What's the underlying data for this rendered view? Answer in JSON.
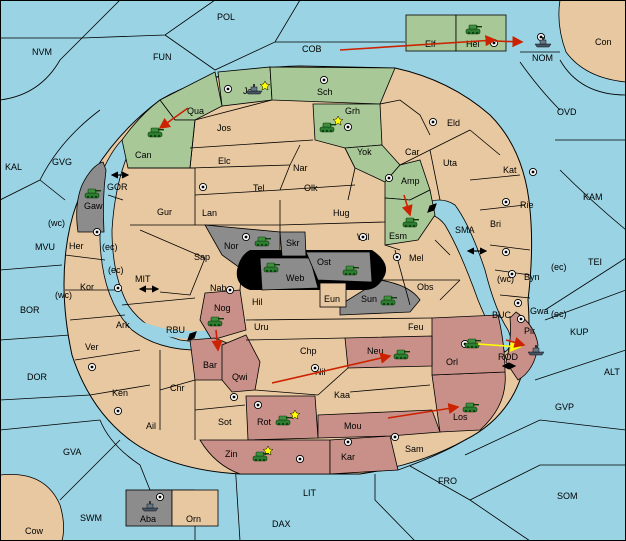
{
  "colors": {
    "sea": "#9ad3e3",
    "land": "#e8c8a0",
    "green": "#a8c898",
    "red": "#c89088",
    "gray": "#8c8c8c",
    "black": "#000000",
    "arrow_red": "#cc2200",
    "arrow_yellow": "#ffff00"
  },
  "seas": {
    "POL": "POL",
    "NVM": "NVM",
    "COB": "COB",
    "FUN": "FUN",
    "NOM": "NOM",
    "Con": "Con",
    "OVD": "OVD",
    "KAL": "KAL",
    "GVG": "GVG",
    "GOR": "GOR",
    "KAM": "KAM",
    "SMA": "SMA",
    "TEI": "TEI",
    "MVU": "MVU",
    "MIT": "MIT",
    "BOR": "BOR",
    "KUP": "KUP",
    "BUC": "BUC",
    "RBU": "RBU",
    "ROD": "ROD",
    "DOR": "DOR",
    "ALT": "ALT",
    "GVP": "GVP",
    "GVA": "GVA",
    "FRO": "FRO",
    "SOM": "SOM",
    "LIT": "LIT",
    "SWM": "SWM",
    "DAX": "DAX",
    "Cow": "Cow"
  },
  "lands": {
    "Elf": "Elf",
    "Hel": "Hel",
    "Jad": "Jad",
    "Sch": "Sch",
    "Qua": "Qua",
    "Jos": "Jos",
    "Grh": "Grh",
    "Eld": "Eld",
    "Can": "Can",
    "Yok": "Yok",
    "Car": "Car",
    "Uta": "Uta",
    "Elc": "Elc",
    "Nar": "Nar",
    "Kat": "Kat",
    "Tel": "Tel",
    "Olk": "Olk",
    "Amp": "Amp",
    "Gaw": "Gaw",
    "Gur": "Gur",
    "Lan": "Lan",
    "Hug": "Hug",
    "Rie": "Rie",
    "Bri": "Bri",
    "Esm": "Esm",
    "Wil": "Wil",
    "Nor": "Nor",
    "Skr": "Skr",
    "Her": "Her",
    "Sap": "Sap",
    "Web": "Web",
    "Ost": "Ost",
    "Mel": "Mel",
    "Byn": "Byn",
    "Kor": "Kor",
    "Nab": "Nab",
    "Eun": "Eun",
    "Sun": "Sun",
    "Obs": "Obs",
    "Gwa": "Gwa",
    "Hil": "Hil",
    "Nog": "Nog",
    "Pir": "Pir",
    "Ark": "Ark",
    "Uru": "Uru",
    "Feu": "Feu",
    "Ver": "Ver",
    "Chp": "Chp",
    "Neu": "Neu",
    "Orl": "Orl",
    "Bar": "Bar",
    "Qwi": "Qwi",
    "Nil": "Nil",
    "Ken": "Ken",
    "Chr": "Chr",
    "Kaa": "Kaa",
    "Rot": "Rot",
    "Ail": "Ail",
    "Sot": "Sot",
    "Mou": "Mou",
    "Los": "Los",
    "Zin": "Zin",
    "Kar": "Kar",
    "Sam": "Sam",
    "Aba": "Aba",
    "Orn": "Orn"
  },
  "coasts": {
    "wc": "(wc)",
    "ec": "(ec)"
  },
  "units": [
    {
      "id": "army-hel",
      "type": "army",
      "color": "green"
    },
    {
      "id": "fleet-nom",
      "type": "fleet",
      "color": "gray"
    },
    {
      "id": "fleet-jad",
      "type": "fleet",
      "color": "gray"
    },
    {
      "id": "army-can",
      "type": "army",
      "color": "green"
    },
    {
      "id": "army-grh",
      "type": "army",
      "color": "green"
    },
    {
      "id": "army-esm",
      "type": "army",
      "color": "green"
    },
    {
      "id": "army-gaw",
      "type": "army",
      "color": "gray"
    },
    {
      "id": "army-nor",
      "type": "army",
      "color": "gray"
    },
    {
      "id": "army-web",
      "type": "army",
      "color": "gray"
    },
    {
      "id": "army-ost",
      "type": "army",
      "color": "gray"
    },
    {
      "id": "army-sun",
      "type": "army",
      "color": "gray"
    },
    {
      "id": "army-nog",
      "type": "army",
      "color": "red"
    },
    {
      "id": "fleet-pir",
      "type": "fleet",
      "color": "red"
    },
    {
      "id": "army-neu",
      "type": "army",
      "color": "red"
    },
    {
      "id": "army-orl",
      "type": "army",
      "color": "red"
    },
    {
      "id": "army-los",
      "type": "army",
      "color": "red"
    },
    {
      "id": "army-rot",
      "type": "army",
      "color": "red"
    },
    {
      "id": "army-zin",
      "type": "army",
      "color": "red"
    },
    {
      "id": "fleet-aba",
      "type": "fleet",
      "color": "gray"
    }
  ],
  "orders": [
    {
      "from": "COB",
      "to": "Hel",
      "color": "arrow_red"
    },
    {
      "from": "Hel",
      "to": "NOM",
      "color": "arrow_red"
    },
    {
      "from": "Qua",
      "to": "Can",
      "color": "arrow_red"
    },
    {
      "from": "Amp",
      "to": "Esm",
      "color": "arrow_red"
    },
    {
      "from": "Nog",
      "to": "Bar",
      "color": "arrow_red"
    },
    {
      "from": "Nil",
      "to": "Neu",
      "color": "arrow_red"
    },
    {
      "from": "Mou",
      "to": "Los",
      "color": "arrow_red"
    },
    {
      "from": "Orl",
      "to": "Pir",
      "color": "arrow_yellow"
    },
    {
      "from": "BUC",
      "to": "Pir",
      "color": "arrow_red"
    }
  ]
}
